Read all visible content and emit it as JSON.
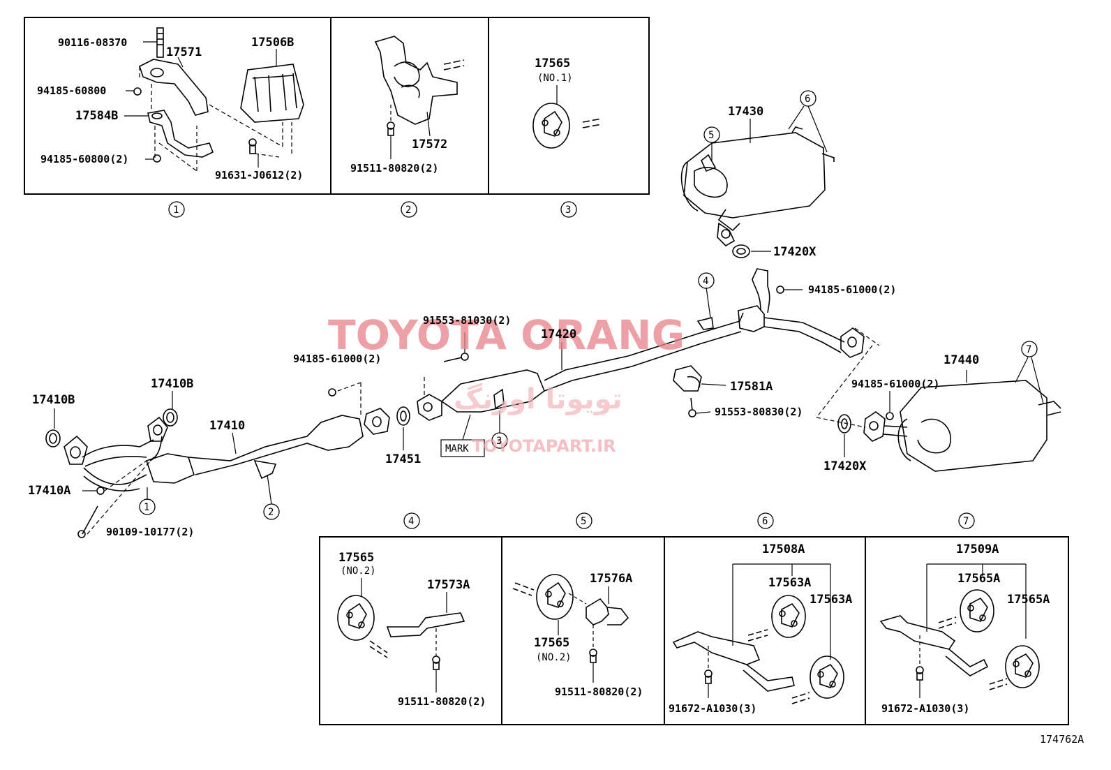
{
  "title": "TOYOTA EXHAUST PIPE DIAGRAM",
  "figure_id": "174762A",
  "watermark": {
    "brand": "TOYOTA ORANG",
    "arabic": "تویوتا اورنگ",
    "site": "TOYOTAPART.IR"
  },
  "callouts": [
    "1",
    "2",
    "3",
    "4",
    "5",
    "6",
    "7"
  ],
  "detail_1": {
    "parts": [
      "90116-08370",
      "17571",
      "17506B",
      "94185-60800",
      "17584B",
      "94185-60800(2)",
      "91631-J0612(2)"
    ]
  },
  "detail_2": {
    "parts": [
      "17572",
      "91511-80820(2)"
    ]
  },
  "detail_3": {
    "part": "17565",
    "note": "(NO.1)"
  },
  "main": {
    "parts": {
      "p17410B_left": "17410B",
      "p17410B_right": "17410B",
      "p17410": "17410",
      "p17410A": "17410A",
      "p90109": "90109-10177(2)",
      "p94185_a": "94185-61000(2)",
      "p17451": "17451",
      "p91553_81030": "91553-81030(2)",
      "p17420": "17420",
      "mark": "MARK",
      "p17430": "17430",
      "p17420X_top": "17420X",
      "p94185_b": "94185-61000(2)",
      "p17581A": "17581A",
      "p91553_80830": "91553-80830(2)",
      "p17440": "17440",
      "p94185_c": "94185-61000(2)",
      "p17420X_bottom": "17420X"
    }
  },
  "detail_4": {
    "parts": [
      "17565",
      "(NO.2)",
      "17573A",
      "91511-80820(2)"
    ]
  },
  "detail_5": {
    "parts": [
      "17576A",
      "17565",
      "(NO.2)",
      "91511-80820(2)"
    ]
  },
  "detail_6": {
    "parts": [
      "17508A",
      "17563A",
      "17563A",
      "91672-A1030(3)"
    ]
  },
  "detail_7": {
    "parts": [
      "17509A",
      "17565A",
      "17565A",
      "91672-A1030(3)"
    ]
  }
}
